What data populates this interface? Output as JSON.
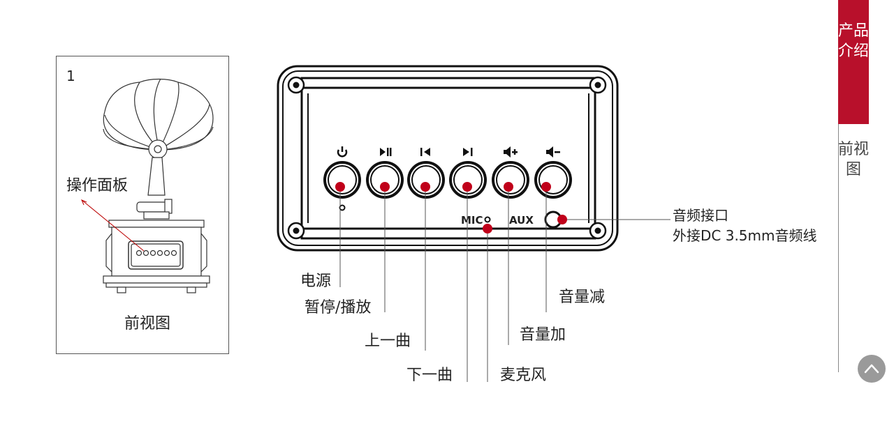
{
  "figure_number": "1",
  "left_panel": {
    "panel_label": "操作面板",
    "caption": "前视图"
  },
  "front_panel": {
    "mic_marking": "MIC",
    "aux_marking": "AUX",
    "button_icons": [
      "power-icon",
      "play-pause-icon",
      "previous-track-icon",
      "next-track-icon",
      "volume-up-icon",
      "volume-down-icon"
    ]
  },
  "callouts": {
    "power": "电源",
    "pause_play": "暂停/播放",
    "prev_track": "上一曲",
    "next_track": "下一曲",
    "microphone": "麦克风",
    "volume_up": "音量加",
    "volume_down": "音量减",
    "audio_port_title": "音频接口",
    "audio_port_desc": "外接DC 3.5mm音频线"
  },
  "sidebar": {
    "active_tab": "产品介绍",
    "sub_tab": "前视图"
  },
  "colors": {
    "accent": "#b8102b",
    "marker": "#c0001a",
    "scroll_button": "#9a9a9a"
  }
}
